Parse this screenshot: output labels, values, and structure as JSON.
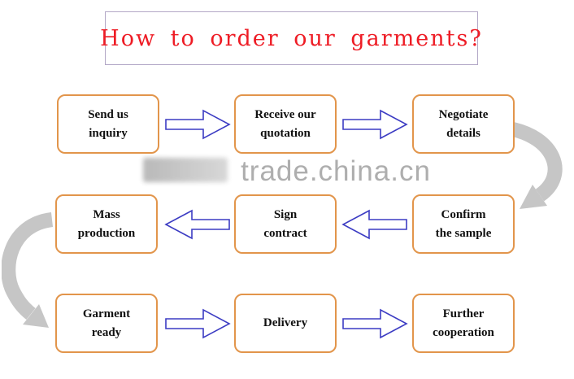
{
  "title": "How to order our garments?",
  "watermark": {
    "text": "trade.china.cn"
  },
  "flow": {
    "row1": [
      {
        "line1": "Send us",
        "line2": "inquiry"
      },
      {
        "line1": "Receive our",
        "line2": "quotation"
      },
      {
        "line1": "Negotiate",
        "line2": "details"
      }
    ],
    "row2": [
      {
        "line1": "Mass",
        "line2": "production"
      },
      {
        "line1": "Sign",
        "line2": "contract"
      },
      {
        "line1": "Confirm",
        "line2": "the sample"
      }
    ],
    "row3": [
      {
        "line1": "Garment",
        "line2": "ready"
      },
      {
        "line1": "Delivery",
        "line2": ""
      },
      {
        "line1": "Further",
        "line2": "cooperation"
      }
    ]
  },
  "colors": {
    "title_text": "#ee1c25",
    "title_border": "#b2a7c6",
    "box_border": "#e2954b",
    "arrow_outline": "#3c3cc3",
    "curved_arrow": "#c6c6c6",
    "watermark": "#9a9a9a"
  }
}
